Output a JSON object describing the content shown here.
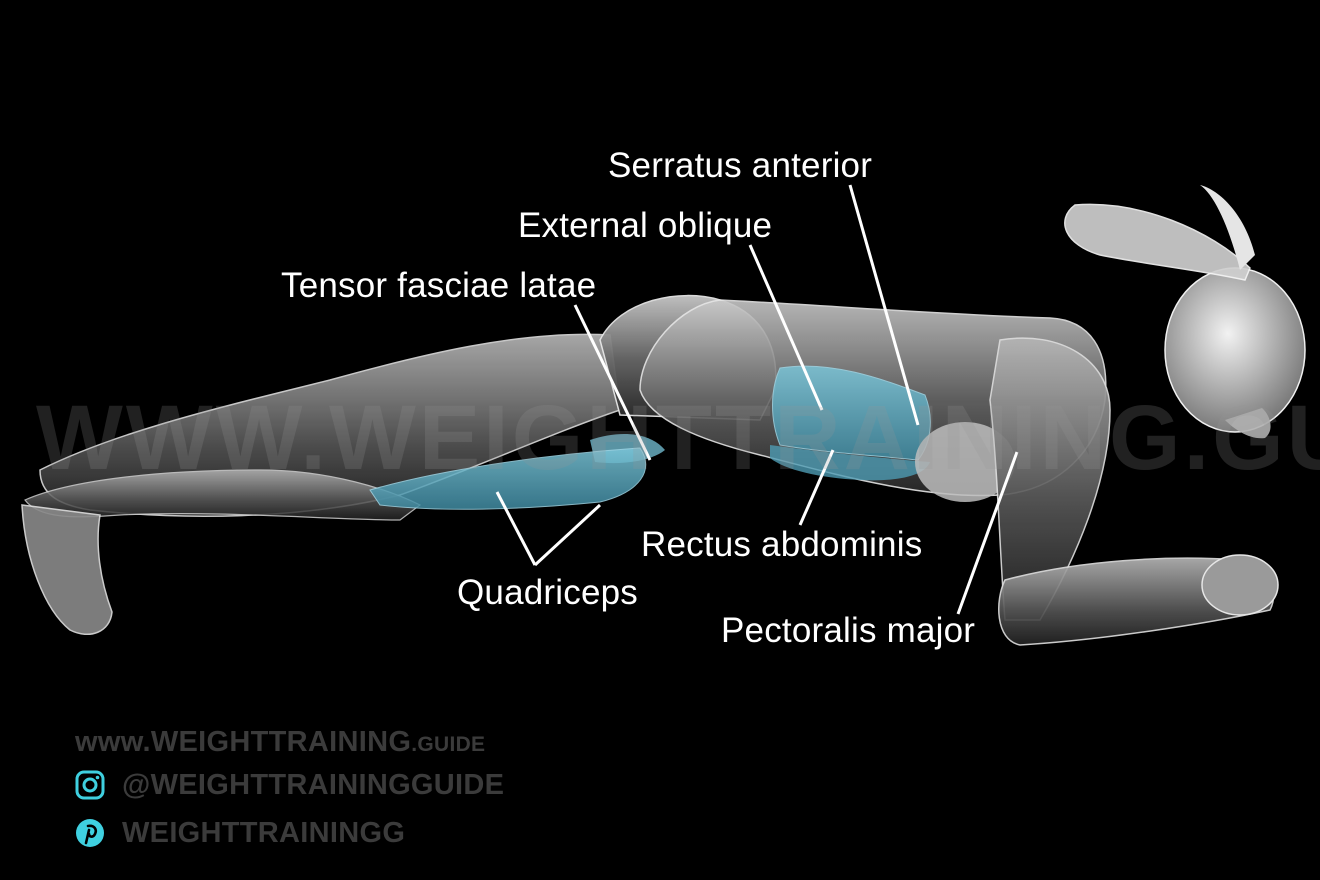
{
  "labels": {
    "serratus_anterior": "Serratus anterior",
    "external_oblique": "External oblique",
    "tensor_fasciae_latae": "Tensor fasciae latae",
    "rectus_abdominis": "Rectus abdominis",
    "quadriceps": "Quadriceps",
    "pectoralis_major": "Pectoralis major"
  },
  "watermark": "WWW.WEIGHTTRAINING.GUIDE",
  "footer": {
    "website_main": "www.WEIGHTTRAINING",
    "website_suffix": ".GUIDE",
    "instagram_handle": "@WEIGHTTRAININGGUIDE",
    "pinterest_handle": "WEIGHTTRAININGG"
  },
  "colors": {
    "background": "#000000",
    "highlight_muscle": "#5fb3cc",
    "label_text": "#ffffff",
    "footer_text": "#3b3b3b",
    "icon_accent": "#3fd0e0"
  }
}
